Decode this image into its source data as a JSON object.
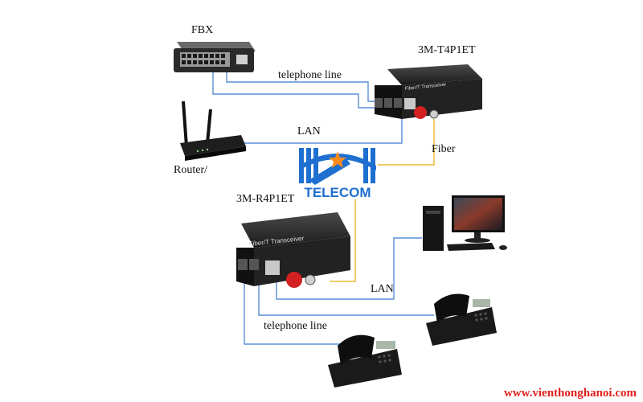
{
  "labels": {
    "fbx": "FBX",
    "transmitter": "3M-T4P1ET",
    "telephone_line_top": "telephone line",
    "lan_top": "LAN",
    "fiber": "Fiber",
    "router": "Router/",
    "receiver": "3M-R4P1ET",
    "lan_bottom": "LAN",
    "telephone_line_bottom": "telephone line"
  },
  "device_text": {
    "transceiver_label": "Fiber/T Transceiver"
  },
  "logo": {
    "text": "TELECOM",
    "primary_color": "#1e6fd0",
    "accent_color": "#ff8c1a"
  },
  "watermark": "www.vienthonghanoi.com",
  "colors": {
    "phone_line": "#5a8fd6",
    "fiber_line": "#e8b830",
    "lan_line": "#5a8fd6",
    "device_body": "#1c1c1c",
    "fiber_connector": "#d32020",
    "watermark": "#e0201c"
  }
}
